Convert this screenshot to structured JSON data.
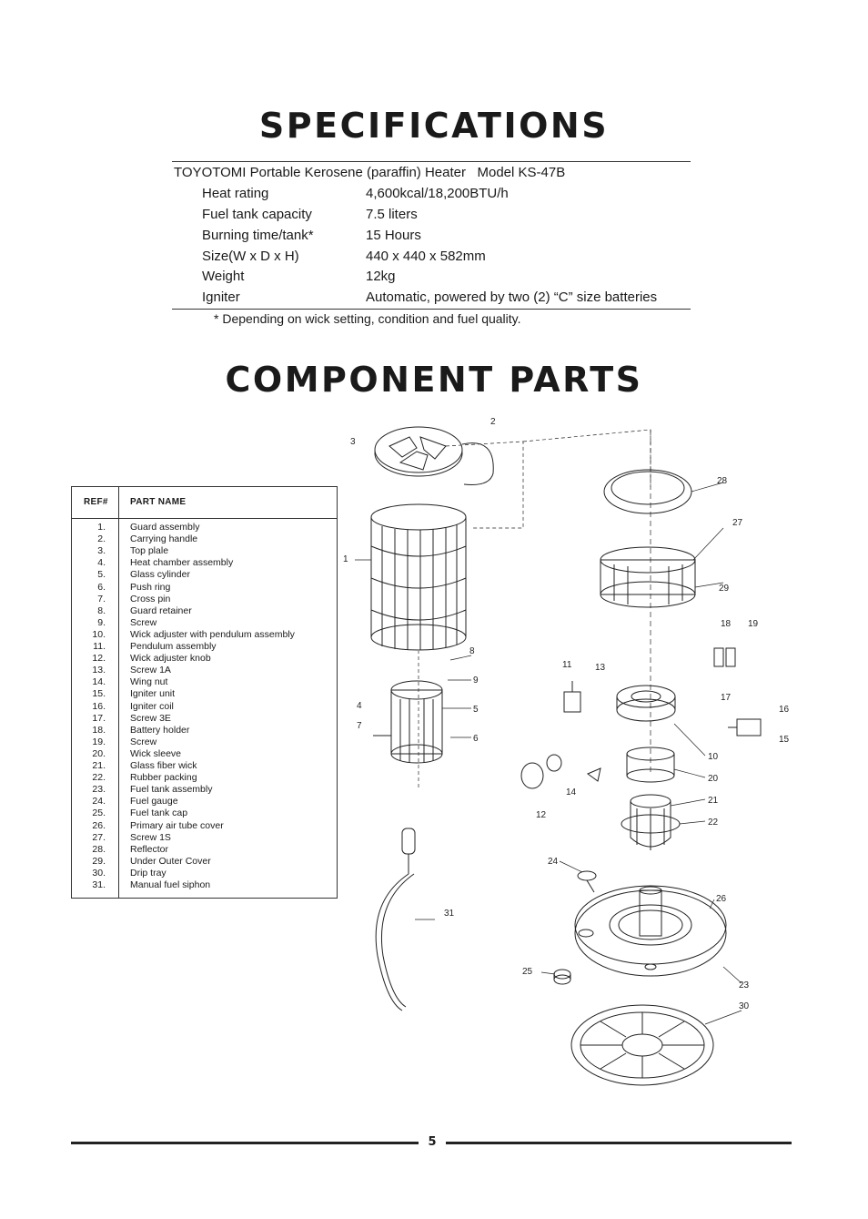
{
  "specifications": {
    "title": "SPECIFICATIONS",
    "header": "TOYOTOMI Portable Kerosene (paraffin) Heater   Model KS-47B",
    "rows": [
      {
        "label": "Heat rating",
        "value": "4,600kcal/18,200BTU/h"
      },
      {
        "label": "Fuel tank capacity",
        "value": "7.5 liters"
      },
      {
        "label": "Burning time/tank*",
        "value": "15 Hours"
      },
      {
        "label": "Size(W x D x H)",
        "value": "440 x 440 x 582mm"
      },
      {
        "label": "Weight",
        "value": "12kg"
      },
      {
        "label": "Igniter",
        "value": "Automatic, powered by two (2) “C” size batteries"
      }
    ],
    "note": "* Depending on wick setting, condition and fuel quality."
  },
  "component_parts": {
    "title": "COMPONENT PARTS",
    "table_headers": {
      "ref": "REF#",
      "name": "PART NAME"
    },
    "parts": [
      {
        "ref": "1.",
        "name": "Guard assembly"
      },
      {
        "ref": "2.",
        "name": "Carrying handle"
      },
      {
        "ref": "3.",
        "name": "Top plale"
      },
      {
        "ref": "4.",
        "name": "Heat chamber assembly"
      },
      {
        "ref": "5.",
        "name": "Glass cylinder"
      },
      {
        "ref": "6.",
        "name": "Push ring"
      },
      {
        "ref": "7.",
        "name": "Cross pin"
      },
      {
        "ref": "8.",
        "name": "Guard retainer"
      },
      {
        "ref": "9.",
        "name": "Screw"
      },
      {
        "ref": "10.",
        "name": "Wick adjuster with pendulum assembly"
      },
      {
        "ref": "11.",
        "name": "Pendulum assembly"
      },
      {
        "ref": "12.",
        "name": "Wick adjuster knob"
      },
      {
        "ref": "13.",
        "name": "Screw 1A"
      },
      {
        "ref": "14.",
        "name": "Wing nut"
      },
      {
        "ref": "15.",
        "name": "Igniter unit"
      },
      {
        "ref": "16.",
        "name": "Igniter coil"
      },
      {
        "ref": "17.",
        "name": "Screw 3E"
      },
      {
        "ref": "18.",
        "name": "Battery holder"
      },
      {
        "ref": "19.",
        "name": "Screw"
      },
      {
        "ref": "20.",
        "name": "Wick sleeve"
      },
      {
        "ref": "21.",
        "name": "Glass fiber wick"
      },
      {
        "ref": "22.",
        "name": "Rubber packing"
      },
      {
        "ref": "23.",
        "name": "Fuel tank assembly"
      },
      {
        "ref": "24.",
        "name": "Fuel gauge"
      },
      {
        "ref": "25.",
        "name": "Fuel tank cap"
      },
      {
        "ref": "26.",
        "name": "Primary air tube cover"
      },
      {
        "ref": "27.",
        "name": "Screw 1S"
      },
      {
        "ref": "28.",
        "name": "Reflector"
      },
      {
        "ref": "29.",
        "name": "Under Outer Cover"
      },
      {
        "ref": "30.",
        "name": "Drip tray"
      },
      {
        "ref": "31.",
        "name": "Manual fuel siphon"
      }
    ],
    "callouts": [
      "1",
      "2",
      "3",
      "4",
      "5",
      "6",
      "7",
      "8",
      "9",
      "10",
      "11",
      "12",
      "13",
      "14",
      "15",
      "16",
      "17",
      "18",
      "19",
      "20",
      "21",
      "22",
      "23",
      "24",
      "25",
      "26",
      "27",
      "28",
      "29",
      "30",
      "31"
    ]
  },
  "footer": {
    "page_number": "5"
  }
}
